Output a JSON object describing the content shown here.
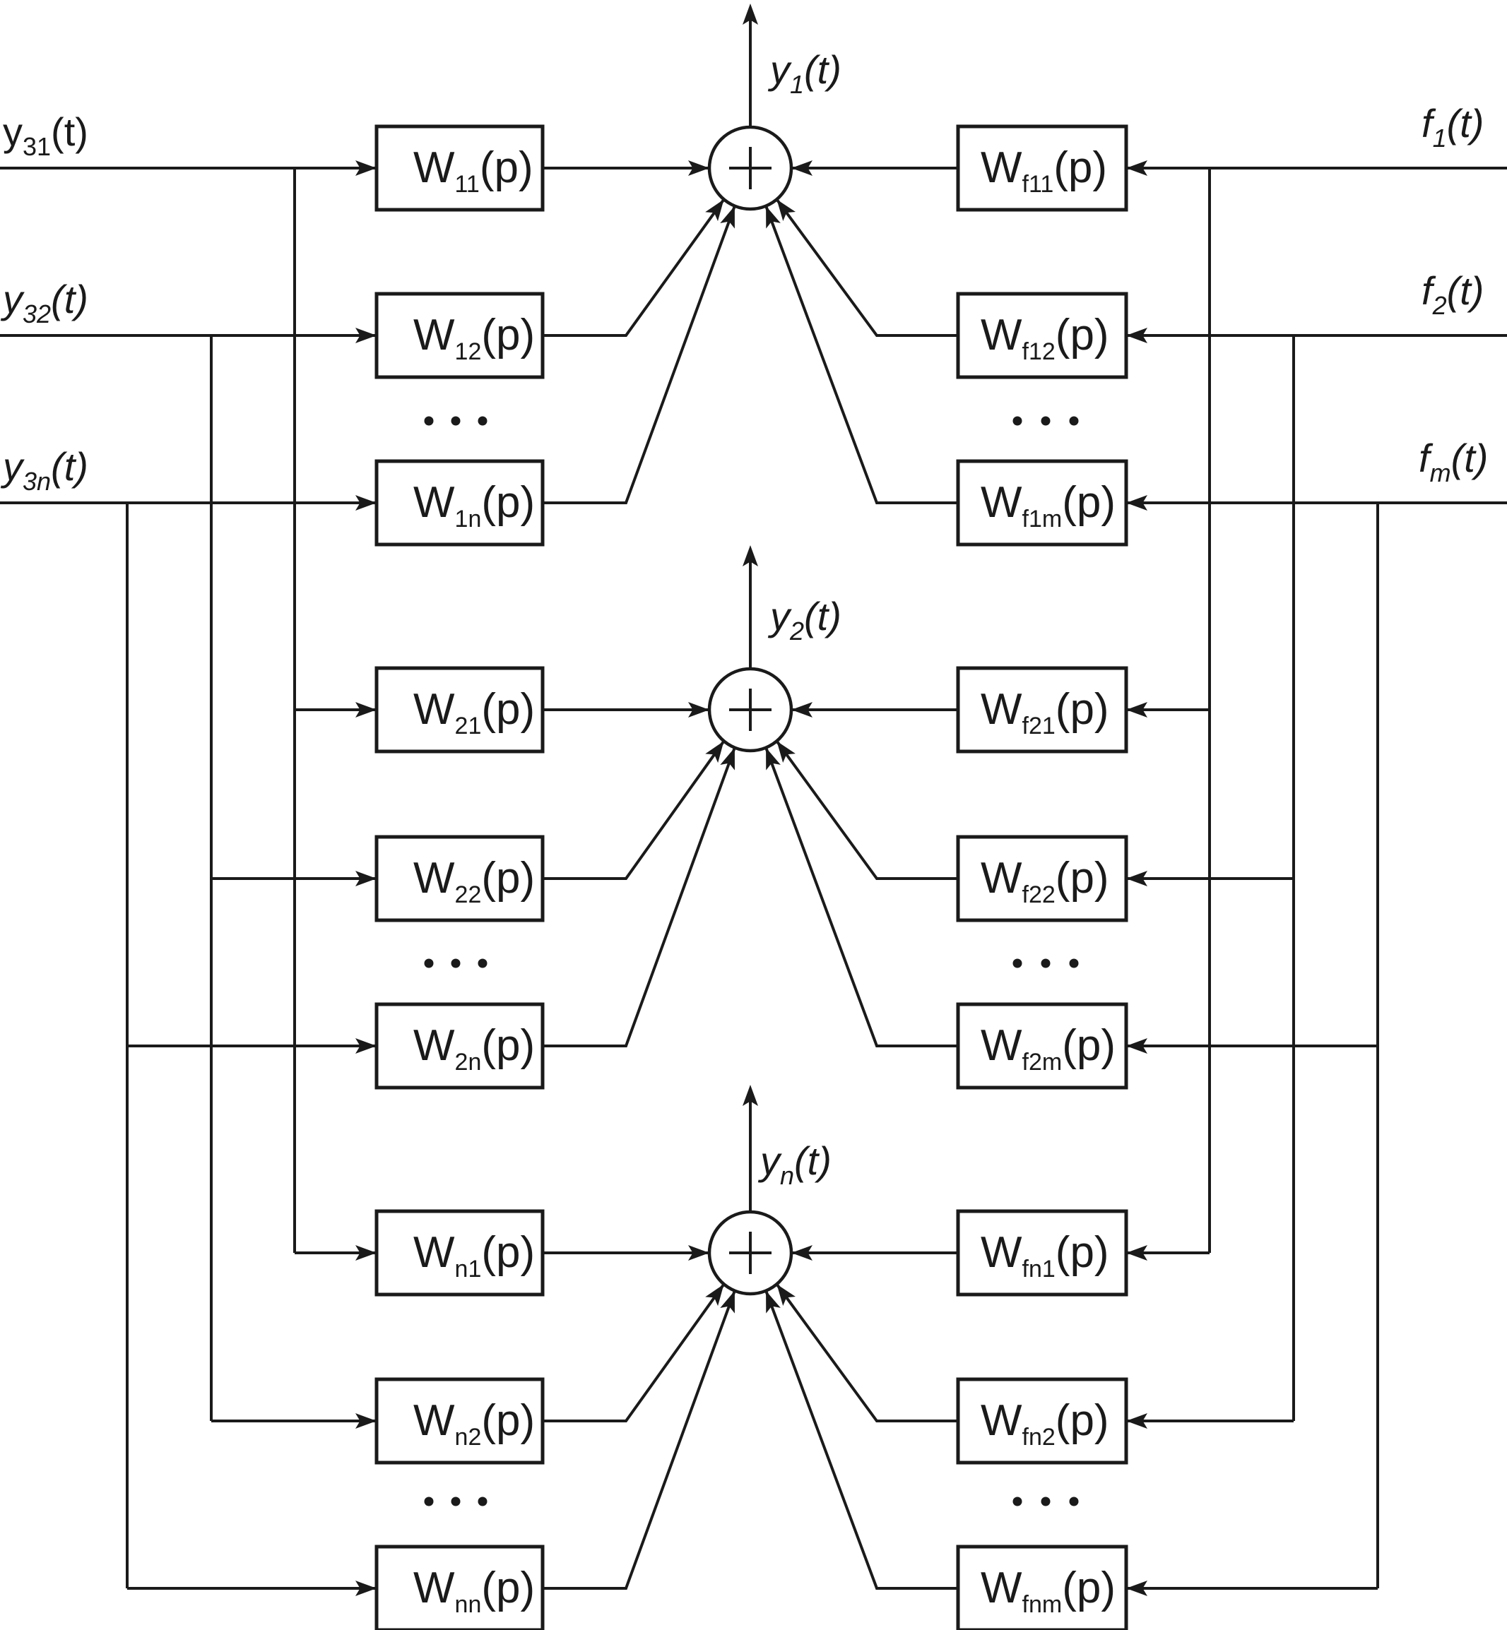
{
  "diagram": {
    "type": "block-diagram",
    "description": "Multivariable system: n outputs, each a sum of transfer functions applied to inputs y3j(t) and disturbances fk(t)",
    "colors": {
      "stroke": "#1a1a1a",
      "background": "#ffffff"
    },
    "left_inputs": [
      {
        "id": "y31",
        "base": "y",
        "sub": "31",
        "tail": "(t)",
        "italic": false
      },
      {
        "id": "y32",
        "base": "y",
        "sub": "32",
        "tail": "(t)",
        "italic": true
      },
      {
        "id": "y3n",
        "base": "y",
        "sub": "3n",
        "tail": "(t)",
        "italic": true
      }
    ],
    "right_inputs": [
      {
        "id": "f1",
        "base": "f",
        "sub": "1",
        "tail": "(t)",
        "italic": true
      },
      {
        "id": "f2",
        "base": "f",
        "sub": "2",
        "tail": "(t)",
        "italic": true
      },
      {
        "id": "fm",
        "base": "f",
        "sub": "m",
        "tail": "(t)",
        "italic": true
      }
    ],
    "ellipsis": "• • •",
    "sum_symbol": "plus",
    "groups": [
      {
        "output": {
          "base": "y",
          "sub": "1",
          "tail": "(t)"
        },
        "left_blocks": [
          {
            "base": "W",
            "sub": "11",
            "tail": "(p)"
          },
          {
            "base": "W",
            "sub": "12",
            "tail": "(p)"
          },
          {
            "base": "W",
            "sub": "1n",
            "tail": "(p)"
          }
        ],
        "right_blocks": [
          {
            "base": "W",
            "sub": "f11",
            "tail": "(p)"
          },
          {
            "base": "W",
            "sub": "f12",
            "tail": "(p)"
          },
          {
            "base": "W",
            "sub": "f1m",
            "tail": "(p)"
          }
        ]
      },
      {
        "output": {
          "base": "y",
          "sub": "2",
          "tail": "(t)"
        },
        "left_blocks": [
          {
            "base": "W",
            "sub": "21",
            "tail": "(p)"
          },
          {
            "base": "W",
            "sub": "22",
            "tail": "(p)"
          },
          {
            "base": "W",
            "sub": "2n",
            "tail": "(p)"
          }
        ],
        "right_blocks": [
          {
            "base": "W",
            "sub": "f21",
            "tail": "(p)"
          },
          {
            "base": "W",
            "sub": "f22",
            "tail": "(p)"
          },
          {
            "base": "W",
            "sub": "f2m",
            "tail": "(p)"
          }
        ]
      },
      {
        "output": {
          "base": "y",
          "sub": "n",
          "tail": "(t)"
        },
        "left_blocks": [
          {
            "base": "W",
            "sub": "n1",
            "tail": "(p)"
          },
          {
            "base": "W",
            "sub": "n2",
            "tail": "(p)"
          },
          {
            "base": "W",
            "sub": "nn",
            "tail": "(p)"
          }
        ],
        "right_blocks": [
          {
            "base": "W",
            "sub": "fn1",
            "tail": "(p)"
          },
          {
            "base": "W",
            "sub": "fn2",
            "tail": "(p)"
          },
          {
            "base": "W",
            "sub": "fnm",
            "tail": "(p)"
          }
        ]
      }
    ]
  }
}
